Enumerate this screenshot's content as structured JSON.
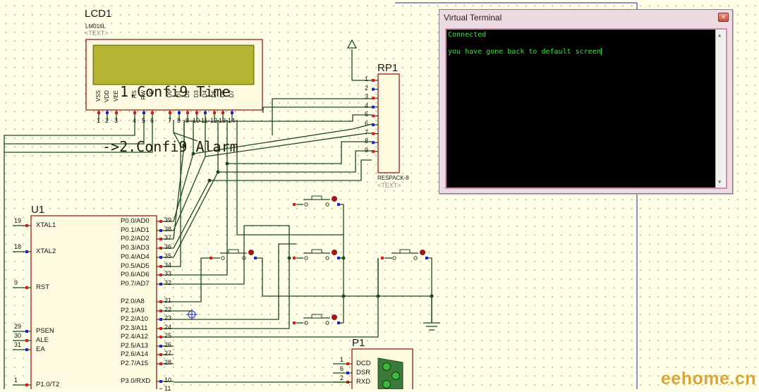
{
  "lcd": {
    "ref": "LCD1",
    "model": "LM016L",
    "placeholder": "<TEXT>",
    "lines": [
      "1.Confi9 Time",
      "->2.Confi9 Alarm"
    ],
    "pin_names": [
      "VSS",
      "VDD",
      "VEE",
      "RS",
      "RW",
      "E",
      "D0",
      "D1",
      "D2",
      "D3",
      "D4",
      "D5",
      "D6",
      "D7"
    ],
    "pin_numbers": [
      "1",
      "2",
      "3",
      "4",
      "5",
      "6",
      "7",
      "8",
      "9",
      "10",
      "11",
      "12",
      "13",
      "14"
    ]
  },
  "rp1": {
    "ref": "RP1",
    "model": "RESPACK-8",
    "placeholder": "<TEXT>",
    "pin_numbers": [
      "1",
      "2",
      "3",
      "4",
      "5",
      "6",
      "7",
      "8",
      "9"
    ]
  },
  "u1": {
    "ref": "U1",
    "left_pins": [
      {
        "num": "19",
        "name": "XTAL1"
      },
      {
        "num": "18",
        "name": "XTAL2"
      },
      {
        "num": "9",
        "name": "RST"
      },
      {
        "num": "29",
        "name": "PSEN"
      },
      {
        "num": "30",
        "name": "ALE"
      },
      {
        "num": "31",
        "name": "EA"
      },
      {
        "num": "1",
        "name": "P1.0/T2"
      }
    ],
    "right_pins": [
      {
        "num": "39",
        "name": "P0.0/AD0"
      },
      {
        "num": "38",
        "name": "P0.1/AD1"
      },
      {
        "num": "37",
        "name": "P0.2/AD2"
      },
      {
        "num": "36",
        "name": "P0.3/AD3"
      },
      {
        "num": "35",
        "name": "P0.4/AD4"
      },
      {
        "num": "34",
        "name": "P0.5/AD5"
      },
      {
        "num": "33",
        "name": "P0.6/AD6"
      },
      {
        "num": "32",
        "name": "P0.7/AD7"
      },
      {
        "num": "21",
        "name": "P2.0/A8"
      },
      {
        "num": "22",
        "name": "P2.1/A9"
      },
      {
        "num": "23",
        "name": "P2.2/A10"
      },
      {
        "num": "24",
        "name": "P2.3/A11"
      },
      {
        "num": "25",
        "name": "P2.4/A12"
      },
      {
        "num": "26",
        "name": "P2.5/A13"
      },
      {
        "num": "27",
        "name": "P2.6/A14"
      },
      {
        "num": "28",
        "name": "P2.7/A15"
      },
      {
        "num": "10",
        "name": "P3.0/RXD"
      },
      {
        "num": "11",
        "name": ""
      }
    ]
  },
  "p1": {
    "ref": "P1",
    "pins": [
      {
        "num": "1",
        "name": "DCD"
      },
      {
        "num": "6",
        "name": "DSR"
      },
      {
        "num": "2",
        "name": "RXD"
      }
    ]
  },
  "terminal": {
    "title": "Virtual Terminal",
    "close_label": "×",
    "lines": [
      "Connected",
      "you have gone back to default screen"
    ],
    "scroll_up": "▲",
    "scroll_down": "▼"
  },
  "watermark": "eehome.cn",
  "colors": {
    "wire": "#1a4a1a",
    "component_outline": "#a01818",
    "component_fill": "#fffbe0",
    "lcd_bg": "#b5b533",
    "pin_red": "#e01818",
    "pin_blue": "#2020d8",
    "terminal_text": "#3de43d"
  }
}
